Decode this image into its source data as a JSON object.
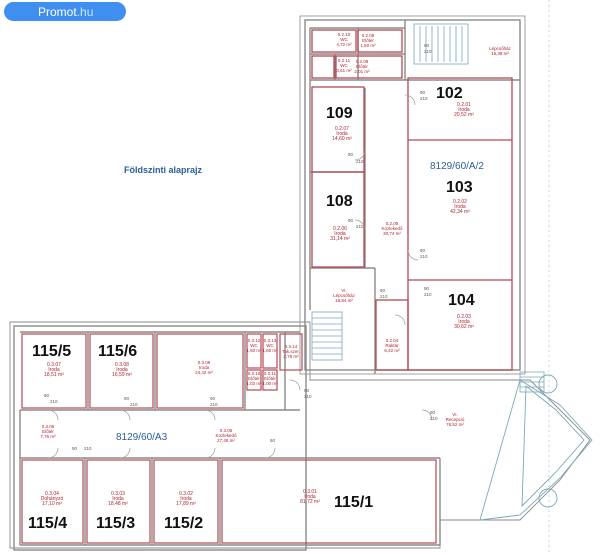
{
  "site_badge": {
    "name": "Promot",
    "suffix": ".hu"
  },
  "plan_title": "Földszinti alaprajz",
  "colors": {
    "wall": "#8a8a8a",
    "wall_red": "#b34a55",
    "label_red": "#b0232f",
    "blue": "#2b5d9a",
    "bg": "#ffffff"
  },
  "blocks": [
    {
      "text": "8129/60/A/2"
    },
    {
      "text": "8129/60/A3"
    }
  ],
  "rooms": [
    {
      "number": "102",
      "code": "0.2.01",
      "type": "Iroda",
      "area": "20,52 m²"
    },
    {
      "number": "103",
      "code": "0.2.02",
      "type": "Iroda",
      "area": "42,34 m²"
    },
    {
      "number": "104",
      "code": "0.2.03",
      "type": "Iroda",
      "area": "30,62 m²"
    },
    {
      "number": "109",
      "code": "0.2.07",
      "type": "Iroda",
      "area": "14,60 m²"
    },
    {
      "number": "108",
      "code": "0.2.06",
      "type": "Iroda",
      "area": "31,14 m²"
    },
    {
      "number": "115/1",
      "code": "0.3.01",
      "type": "Iroda",
      "area": "81,72 m²"
    },
    {
      "number": "115/2",
      "code": "0.3.02",
      "type": "Iroda",
      "area": "17,89 m²"
    },
    {
      "number": "115/3",
      "code": "0.3.03",
      "type": "Iroda",
      "area": "18,48 m²"
    },
    {
      "number": "115/4",
      "code": "0.3.04",
      "type": "Dohányzó",
      "area": "17,10 m²"
    },
    {
      "number": "115/5",
      "code": "0.3.07",
      "type": "Iroda",
      "area": "18,51 m²"
    },
    {
      "number": "115/6",
      "code": "0.3.08",
      "type": "Iroda",
      "area": "16,59 m²"
    }
  ],
  "spaces": [
    {
      "code": "0.2.10",
      "type": "WC",
      "area": "4,72 m²"
    },
    {
      "code": "0.2.09",
      "type": "Előtér",
      "area": "1,50 m²"
    },
    {
      "code": "0.2.11",
      "type": "WC",
      "area": "3,61 m²"
    },
    {
      "code": "0.2.08",
      "type": "Előtér",
      "area": "2,01 m²"
    },
    {
      "code": "0.2.05",
      "type": "Közlekedő",
      "area": "30,74 m²"
    },
    {
      "code": "0.2.04",
      "type": "Raktár",
      "area": "6,42 m²"
    },
    {
      "code": "",
      "type": "Lépcsőház",
      "area": "16,38 m²"
    },
    {
      "code": "VI.",
      "type": "Lépcsőház",
      "area": "18,84 m²"
    },
    {
      "code": "VI.",
      "type": "Recepció",
      "area": "76,52 m²"
    },
    {
      "code": "0.3.09",
      "type": "Iroda",
      "area": "24,42 m²"
    },
    {
      "code": "0.3.12",
      "type": "WC",
      "area": "1,80 m²"
    },
    {
      "code": "0.3.13",
      "type": "WC",
      "area": "1,85 m²"
    },
    {
      "code": "0.3.14",
      "type": "Tak.szer.",
      "area": "2,78 m²"
    },
    {
      "code": "0.3.10",
      "type": "Előtér",
      "area": "1,03 m²"
    },
    {
      "code": "0.3.11",
      "type": "Előtér",
      "area": "1,00 m²"
    },
    {
      "code": "0.3.06",
      "type": "Közlekedő",
      "area": "27,48 m²"
    },
    {
      "code": "0.3.05",
      "type": "Előtér",
      "area": "7,76 m²"
    }
  ],
  "door_labels": [
    "90",
    "210",
    "60"
  ]
}
